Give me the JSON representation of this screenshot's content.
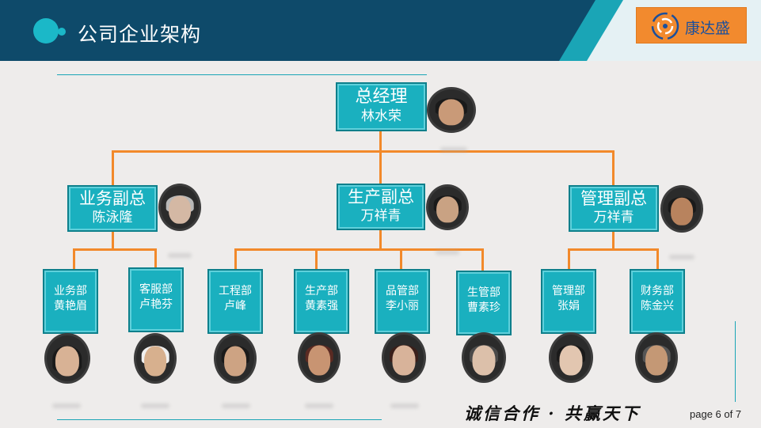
{
  "header": {
    "title": "公司企业架构",
    "logo_text": "康达盛"
  },
  "colors": {
    "header_bg": "#0e4a6a",
    "accent": "#1aa5b6",
    "box_fill": "#1ab0bf",
    "connector": "#f2892a",
    "logo_bg": "#f28a2e"
  },
  "org": {
    "gm": {
      "title": "总经理",
      "name": "林水荣"
    },
    "vps": [
      {
        "title": "业务副总",
        "name": "陈泳隆"
      },
      {
        "title": "生产副总",
        "name": "万祥青"
      },
      {
        "title": "管理副总",
        "name": "万祥青"
      }
    ],
    "depts": [
      {
        "title": "业务部",
        "name": "黄艳眉"
      },
      {
        "title": "客服部",
        "name": "卢艳芬"
      },
      {
        "title": "工程部",
        "name": "卢峰"
      },
      {
        "title": "生产部",
        "name": "黄素强"
      },
      {
        "title": "品管部",
        "name": "李小丽"
      },
      {
        "title": "生管部",
        "name": "曹素珍"
      },
      {
        "title": "管理部",
        "name": "张娟"
      },
      {
        "title": "财务部",
        "name": "陈金兴"
      }
    ]
  },
  "footer": {
    "motto": "诚信合作 · 共赢天下",
    "page": "page 6 of 7"
  }
}
